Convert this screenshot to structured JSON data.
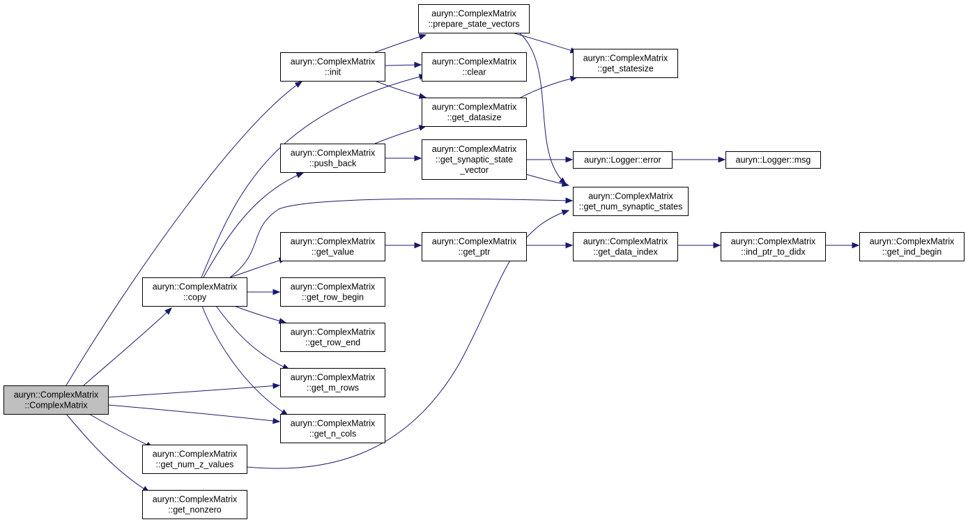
{
  "colors": {
    "edge": "#191970",
    "node_fill": "#ffffff",
    "node_border": "#000000",
    "root_fill": "#bfbfbf"
  },
  "nodes": [
    {
      "id": "root",
      "lines": [
        "auryn::ComplexMatrix",
        "::ComplexMatrix"
      ],
      "root": true
    },
    {
      "id": "init",
      "lines": [
        "auryn::ComplexMatrix",
        "::init"
      ]
    },
    {
      "id": "copy",
      "lines": [
        "auryn::ComplexMatrix",
        "::copy"
      ]
    },
    {
      "id": "get_num_z_values",
      "lines": [
        "auryn::ComplexMatrix",
        "::get_num_z_values"
      ]
    },
    {
      "id": "get_nonzero",
      "lines": [
        "auryn::ComplexMatrix",
        "::get_nonzero"
      ]
    },
    {
      "id": "prepare_state_vectors",
      "lines": [
        "auryn::ComplexMatrix",
        "::prepare_state_vectors"
      ]
    },
    {
      "id": "clear",
      "lines": [
        "auryn::ComplexMatrix",
        "::clear"
      ]
    },
    {
      "id": "get_datasize",
      "lines": [
        "auryn::ComplexMatrix",
        "::get_datasize"
      ]
    },
    {
      "id": "push_back",
      "lines": [
        "auryn::ComplexMatrix",
        "::push_back"
      ]
    },
    {
      "id": "get_synaptic_state_vector",
      "lines": [
        "auryn::ComplexMatrix",
        "::get_synaptic_state",
        "_vector"
      ]
    },
    {
      "id": "get_value",
      "lines": [
        "auryn::ComplexMatrix",
        "::get_value"
      ]
    },
    {
      "id": "get_row_begin",
      "lines": [
        "auryn::ComplexMatrix",
        "::get_row_begin"
      ]
    },
    {
      "id": "get_row_end",
      "lines": [
        "auryn::ComplexMatrix",
        "::get_row_end"
      ]
    },
    {
      "id": "get_m_rows",
      "lines": [
        "auryn::ComplexMatrix",
        "::get_m_rows"
      ]
    },
    {
      "id": "get_n_cols",
      "lines": [
        "auryn::ComplexMatrix",
        "::get_n_cols"
      ]
    },
    {
      "id": "get_statesize",
      "lines": [
        "auryn::ComplexMatrix",
        "::get_statesize"
      ]
    },
    {
      "id": "logger_error",
      "lines": [
        "auryn::Logger::error"
      ]
    },
    {
      "id": "get_num_synaptic_states",
      "lines": [
        "auryn::ComplexMatrix",
        "::get_num_synaptic_states"
      ]
    },
    {
      "id": "get_ptr",
      "lines": [
        "auryn::ComplexMatrix",
        "::get_ptr"
      ]
    },
    {
      "id": "get_data_index",
      "lines": [
        "auryn::ComplexMatrix",
        "::get_data_index"
      ]
    },
    {
      "id": "logger_msg",
      "lines": [
        "auryn::Logger::msg"
      ]
    },
    {
      "id": "ind_ptr_to_didx",
      "lines": [
        "auryn::ComplexMatrix",
        "::ind_ptr_to_didx"
      ]
    },
    {
      "id": "get_ind_begin",
      "lines": [
        "auryn::ComplexMatrix",
        "::get_ind_begin"
      ]
    }
  ],
  "edges": [
    {
      "from": "root",
      "to": "init"
    },
    {
      "from": "root",
      "to": "copy"
    },
    {
      "from": "root",
      "to": "get_m_rows"
    },
    {
      "from": "root",
      "to": "get_n_cols"
    },
    {
      "from": "root",
      "to": "get_num_z_values"
    },
    {
      "from": "root",
      "to": "get_nonzero"
    },
    {
      "from": "init",
      "to": "prepare_state_vectors"
    },
    {
      "from": "init",
      "to": "clear"
    },
    {
      "from": "init",
      "to": "get_datasize"
    },
    {
      "from": "prepare_state_vectors",
      "to": "get_statesize"
    },
    {
      "from": "prepare_state_vectors",
      "to": "get_num_synaptic_states"
    },
    {
      "from": "get_datasize",
      "to": "get_statesize"
    },
    {
      "from": "copy",
      "to": "clear"
    },
    {
      "from": "copy",
      "to": "push_back"
    },
    {
      "from": "copy",
      "to": "get_num_synaptic_states"
    },
    {
      "from": "copy",
      "to": "get_value"
    },
    {
      "from": "copy",
      "to": "get_row_begin"
    },
    {
      "from": "copy",
      "to": "get_row_end"
    },
    {
      "from": "copy",
      "to": "get_m_rows"
    },
    {
      "from": "copy",
      "to": "get_n_cols"
    },
    {
      "from": "push_back",
      "to": "get_datasize"
    },
    {
      "from": "push_back",
      "to": "get_synaptic_state_vector"
    },
    {
      "from": "get_synaptic_state_vector",
      "to": "logger_error"
    },
    {
      "from": "get_synaptic_state_vector",
      "to": "get_num_synaptic_states"
    },
    {
      "from": "logger_error",
      "to": "logger_msg"
    },
    {
      "from": "get_value",
      "to": "get_ptr"
    },
    {
      "from": "get_ptr",
      "to": "get_data_index"
    },
    {
      "from": "get_data_index",
      "to": "ind_ptr_to_didx"
    },
    {
      "from": "ind_ptr_to_didx",
      "to": "get_ind_begin"
    },
    {
      "from": "get_num_z_values",
      "to": "get_num_synaptic_states"
    }
  ]
}
